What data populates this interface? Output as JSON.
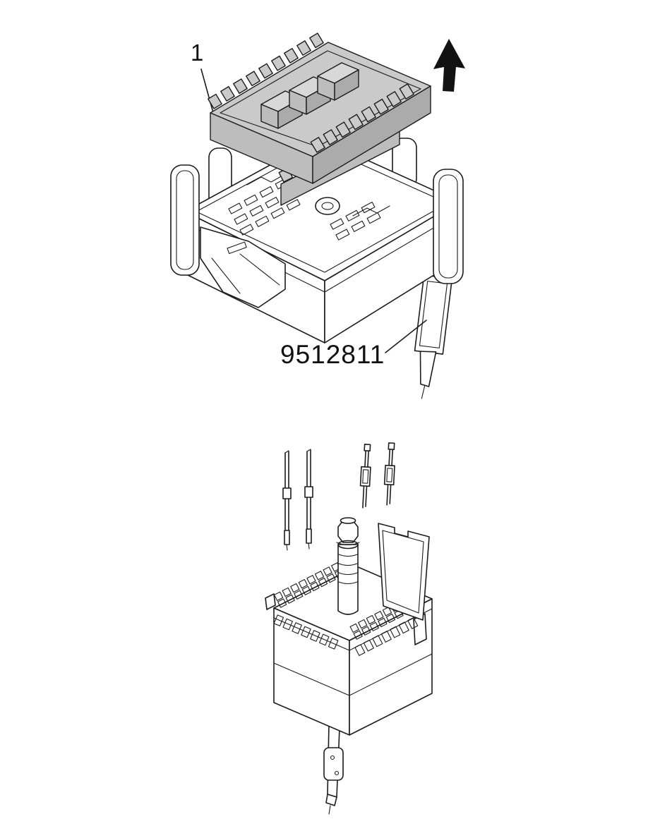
{
  "page": {
    "background": "#ffffff"
  },
  "top_figure": {
    "callout": "1",
    "part_number": "9512811",
    "arrow_direction": "up",
    "subject": "fuse-and-relay-box-exploded-view"
  },
  "bottom_figure": {
    "subject": "connector-with-stud-and-cable-terminals"
  },
  "colors": {
    "line": "#1c1c1c",
    "arrow": "#121212",
    "carrier_fill": "#cacaca",
    "carrier_shade": "#bdbdbd",
    "carrier_dark": "#ababab",
    "relay_top": "#d8d8d8"
  }
}
